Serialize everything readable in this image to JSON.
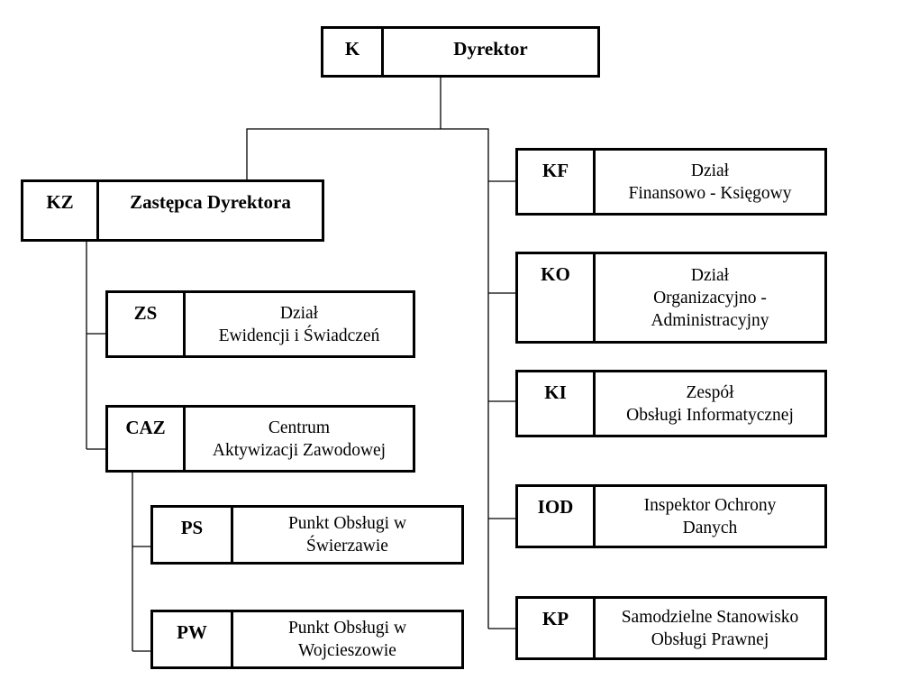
{
  "units": {
    "dyrektor": {
      "code": "K",
      "name": "Dyrektor"
    },
    "zastepca": {
      "code": "KZ",
      "name": "Zastępca Dyrektora"
    },
    "zs": {
      "code": "ZS",
      "name": "Dział\nEwidencji i Świadczeń"
    },
    "caz": {
      "code": "CAZ",
      "name": "Centrum\nAktywizacji Zawodowej"
    },
    "ps": {
      "code": "PS",
      "name": "Punkt Obsługi w\nŚwierzawie"
    },
    "pw": {
      "code": "PW",
      "name": "Punkt Obsługi w\nWojcieszowie"
    },
    "kf": {
      "code": "KF",
      "name": "Dział\nFinansowo - Księgowy"
    },
    "ko": {
      "code": "KO",
      "name": "Dział\nOrganizacyjno -\nAdministracyjny"
    },
    "ki": {
      "code": "KI",
      "name": "Zespół\nObsługi Informatycznej"
    },
    "iod": {
      "code": "IOD",
      "name": "Inspektor Ochrony\nDanych"
    },
    "kp": {
      "code": "KP",
      "name": "Samodzielne Stanowisko\nObsługi Prawnej"
    }
  }
}
